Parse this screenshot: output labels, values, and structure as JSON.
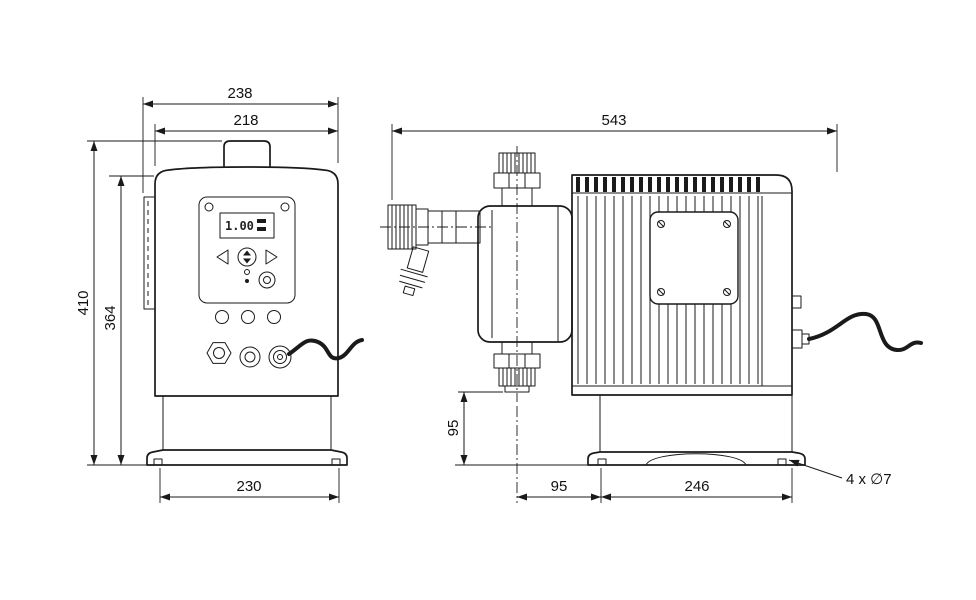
{
  "front_view": {
    "display_value": "1.00",
    "dims": {
      "width_overall": "238",
      "width_body": "218",
      "height_overall": "410",
      "height_inner": "364",
      "base_width": "230"
    }
  },
  "side_view": {
    "dims": {
      "length_overall": "543",
      "outlet_height": "95",
      "base_offset": "95",
      "base_length": "246",
      "mounting_holes_note": "4 x ∅7"
    }
  }
}
